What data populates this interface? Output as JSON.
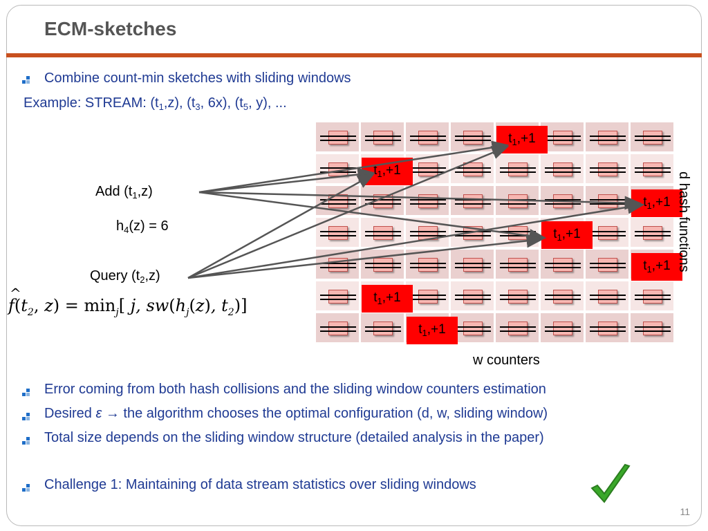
{
  "slide": {
    "title": "ECM-sketches",
    "page_number": "11",
    "bullets_top": [
      {
        "text": "Combine count-min sketches with sliding windows"
      }
    ],
    "example": {
      "prefix": "Example: STREAM: (t",
      "s1": "1",
      "p1": ",z), (t",
      "s2": "3",
      "p2": ", 6x), (t",
      "s3": "5",
      "p3": ", y), ..."
    },
    "left_labels": {
      "add_prefix": "Add (t",
      "add_sub": "1",
      "add_suffix": ",z)",
      "hash_prefix": "h",
      "hash_sub": "4",
      "hash_suffix": "(z) = 6",
      "query_prefix": "Query (t",
      "query_sub": "2",
      "query_suffix": ",z)"
    },
    "formula": {
      "f": "f",
      "open": "(t",
      "sub_t2": "2",
      "mid": ", z) = ",
      "min": "min",
      "sub_j": "j",
      "bracket": "[ j, sw(h",
      "sub_hj": "j",
      "rest": "(z), t",
      "sub_t2b": "2",
      "close": ")]"
    },
    "grid": {
      "rows": 7,
      "cols": 8,
      "tag_prefix": "t",
      "tag_sub": "1",
      "tag_suffix": ",+1",
      "tags": [
        {
          "row": 0,
          "col": 4
        },
        {
          "row": 1,
          "col": 1
        },
        {
          "row": 2,
          "col": 7
        },
        {
          "row": 3,
          "col": 5
        },
        {
          "row": 4,
          "col": 7
        },
        {
          "row": 5,
          "col": 1
        },
        {
          "row": 6,
          "col": 2
        }
      ]
    },
    "w_label": "w counters",
    "d_label": "d hash functions",
    "bullets_bottom": [
      {
        "text": "Error coming from both hash collisions and the sliding window counters estimation"
      },
      {
        "text_a": "Desired ",
        "epsilon": "ε",
        "arrow": "→",
        "text_b": " the algorithm chooses the optimal configuration (d, w, sliding window)"
      },
      {
        "text": "Total size depends on the sliding window structure (detailed analysis in the paper)"
      },
      {
        "text": "Challenge 1: Maintaining of data stream statistics over sliding windows"
      }
    ],
    "colors": {
      "title_rule": "#c8501e",
      "text_blue": "#1f3a93",
      "tag_red": "#ff0000",
      "check_green": "#3aa82a"
    },
    "icons": [
      "bullet-icon",
      "checkmark-icon",
      "arrow-icon"
    ]
  }
}
